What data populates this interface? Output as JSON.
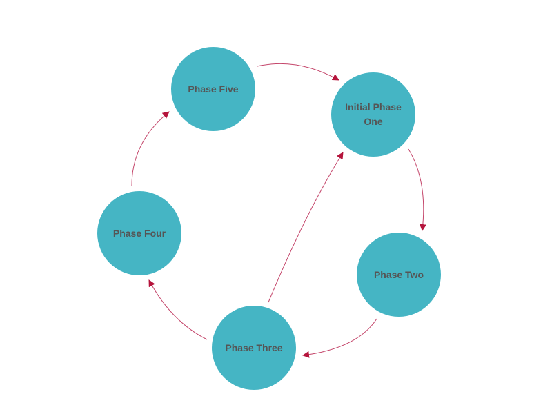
{
  "colors": {
    "node_fill": "#45b5c4",
    "edge_stroke": "#c4456a",
    "arrowhead": "#b5143c",
    "label_text": "#555555"
  },
  "diagram": {
    "type": "cycle",
    "nodes": [
      {
        "id": "initial",
        "label": "Initial Phase One"
      },
      {
        "id": "two",
        "label": "Phase Two"
      },
      {
        "id": "three",
        "label": "Phase Three"
      },
      {
        "id": "four",
        "label": "Phase Four"
      },
      {
        "id": "five",
        "label": "Phase Five"
      }
    ],
    "edges": [
      {
        "from": "initial",
        "to": "two"
      },
      {
        "from": "two",
        "to": "three"
      },
      {
        "from": "three",
        "to": "four"
      },
      {
        "from": "four",
        "to": "five"
      },
      {
        "from": "five",
        "to": "initial"
      },
      {
        "from": "three",
        "to": "initial"
      }
    ]
  }
}
